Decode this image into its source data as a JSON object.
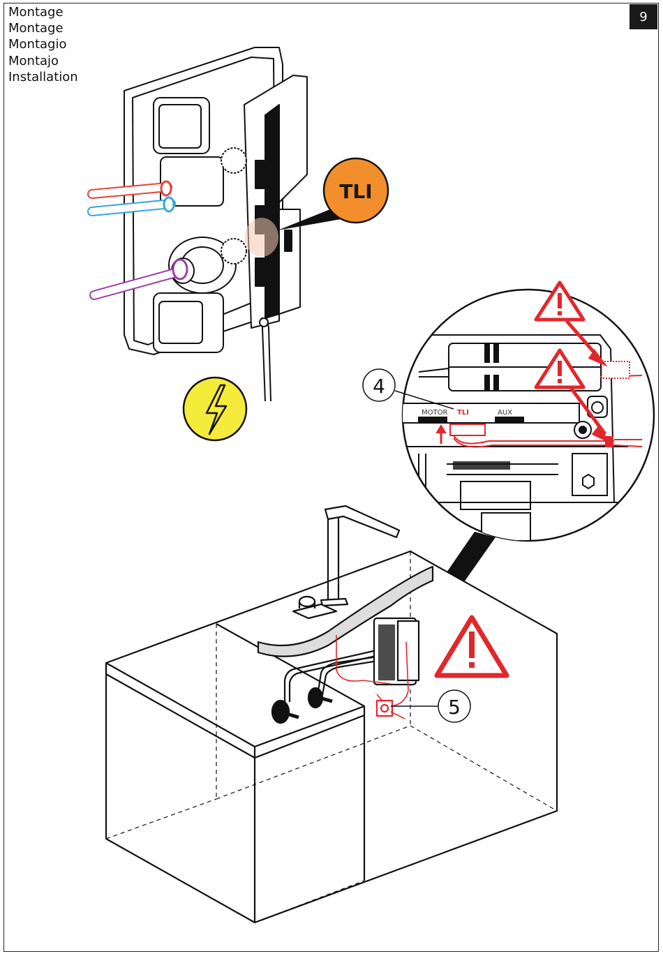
{
  "header": {
    "titles": [
      "Montage",
      "Montage",
      "Montagio",
      "Montajo",
      "Installation"
    ],
    "page_number": "9"
  },
  "callouts": {
    "tli_badge": "TLI",
    "step_4": "4",
    "step_5": "5"
  },
  "board_labels": {
    "motor": "MOTOR",
    "tli": "TLI",
    "aux": "AUX"
  },
  "colors": {
    "tli_badge": "#f28e2b",
    "hazard_badge": "#f5eb3b",
    "warning": "#e3262b",
    "hot_pipe": "#e8413a",
    "cold_pipe": "#35a6d9",
    "mixed_pipe": "#9b3fa8"
  },
  "icons": [
    "electric-hazard-icon",
    "warning-triangle-icon"
  ]
}
